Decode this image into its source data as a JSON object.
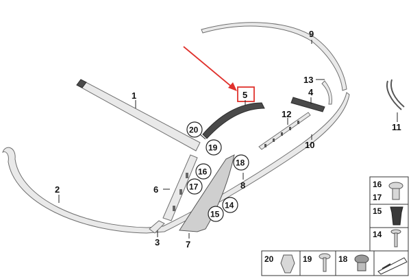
{
  "parts": {
    "p1": "1",
    "p2": "2",
    "p3": "3",
    "p4": "4",
    "p5": "5",
    "p6": "6",
    "p7": "7",
    "p8": "8",
    "p9": "9",
    "p10": "10",
    "p11": "11",
    "p12": "12",
    "p13": "13"
  },
  "callouts": {
    "c14": "14",
    "c15": "15",
    "c16": "16",
    "c17": "17",
    "c18": "18",
    "c19": "19",
    "c20": "20"
  },
  "legend": {
    "row1a": "16",
    "row1b": "17",
    "row2": "15",
    "row3": "14",
    "bottom_a": "20",
    "bottom_b": "19",
    "bottom_c": "18"
  },
  "colors": {
    "highlight": "#e0312c",
    "trim_fill": "#e9e9e9",
    "dark_trim": "#4a4a4a"
  }
}
